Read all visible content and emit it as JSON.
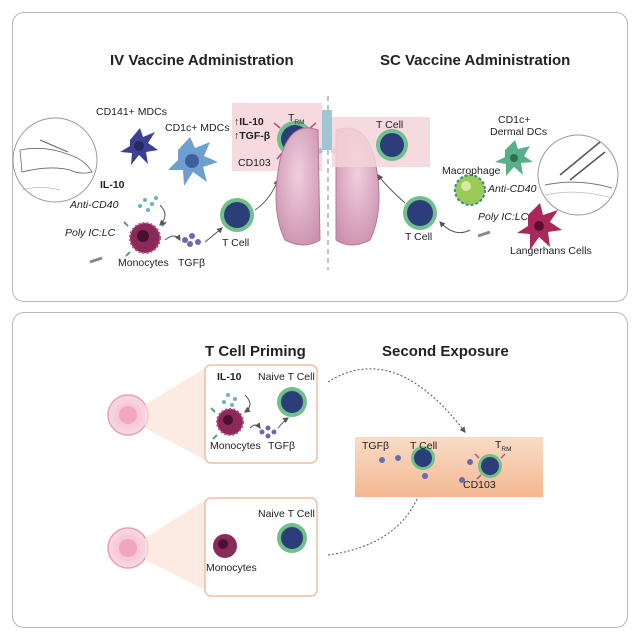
{
  "panels": {
    "top": {
      "left_title": "IV Vaccine Administration",
      "right_title": "SC Vaccine Administration",
      "labels": {
        "cd141": "CD141+ MDCs",
        "cd1c": "CD1c+ MDCs",
        "il10": "IL-10",
        "anti_cd40_left": "Anti-CD40",
        "poly_left": "Poly IC:LC",
        "monocytes": "Monocytes",
        "tgfb": "TGFβ",
        "tcell_left": "T Cell",
        "up_il10": "↑IL-10",
        "up_tgfb": "↑TGF-β",
        "trm_t": "T",
        "trm_sub": "RM",
        "cd103": "CD103",
        "tcell_box_right": "T Cell",
        "cd1c_dermal_1": "CD1c+",
        "cd1c_dermal_2": "Dermal DCs",
        "macrophage": "Macrophage",
        "anti_cd40_right": "Anti-CD40",
        "poly_right": "Poly IC:LC",
        "tcell_right": "T Cell",
        "langerhans": "Langerhans Cells"
      }
    },
    "bottom": {
      "left_title": "T Cell Priming",
      "right_title": "Second Exposure",
      "labels": {
        "il10": "IL-10",
        "naive1": "Naive T Cell",
        "monocytes1": "Monocytes",
        "tgfb1": "TGFβ",
        "naive2": "Naive T Cell",
        "monocytes2": "Monocytes",
        "tgfb_tissue": "TGFβ",
        "tcell_tissue": "T Cell",
        "trm_t": "T",
        "trm_sub": "RM",
        "cd103": "CD103"
      }
    }
  },
  "colors": {
    "tcell_core": "#2c3e7a",
    "tcell_ring": "#6fc08a",
    "monocyte": "#8a2a5a",
    "lung": "#d7a3bb",
    "highlight_box": "#f3d3d9",
    "tissue": "#f6c9a6",
    "priming_box_border": "#f0bda0",
    "cd141_dc": "#3f3f8f",
    "cd1c_dc": "#6f9fd0",
    "dermal_dc": "#58b08a",
    "macrophage": "#9acb57",
    "langerhans": "#a8285a",
    "dots": "#6a6ab0"
  }
}
